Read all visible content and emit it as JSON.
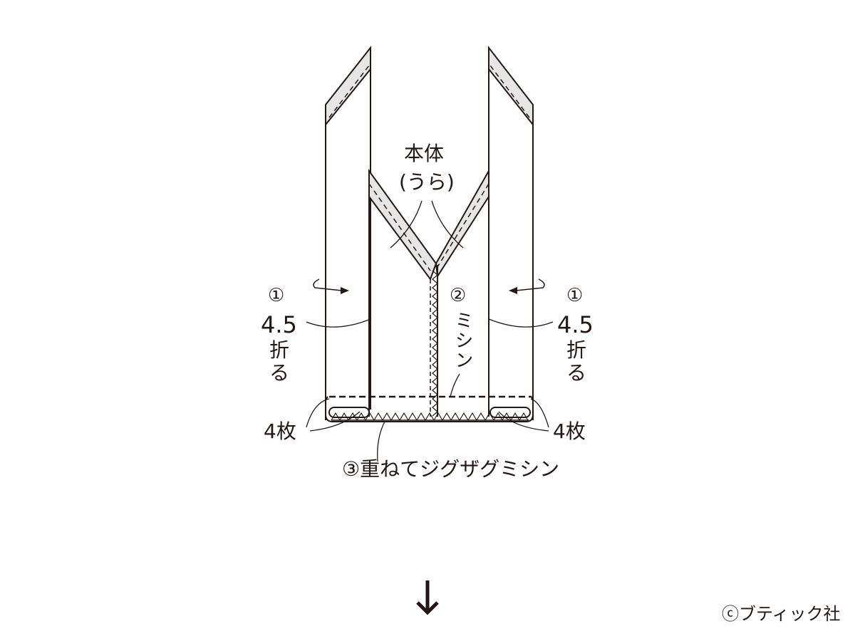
{
  "labels": {
    "body": "本体",
    "body_side": "(うら)",
    "step1_mark": "①",
    "fold_amount": "4.5",
    "fold_text_1": "折",
    "fold_text_2": "る",
    "step2_mark": "②",
    "step2_text": "ミシン",
    "layers": "4枚",
    "step3": "③重ねてジグザグミシン",
    "copyright": "ⓒブティック社"
  },
  "colors": {
    "line": "#231815",
    "band": "#e6e6e6"
  }
}
